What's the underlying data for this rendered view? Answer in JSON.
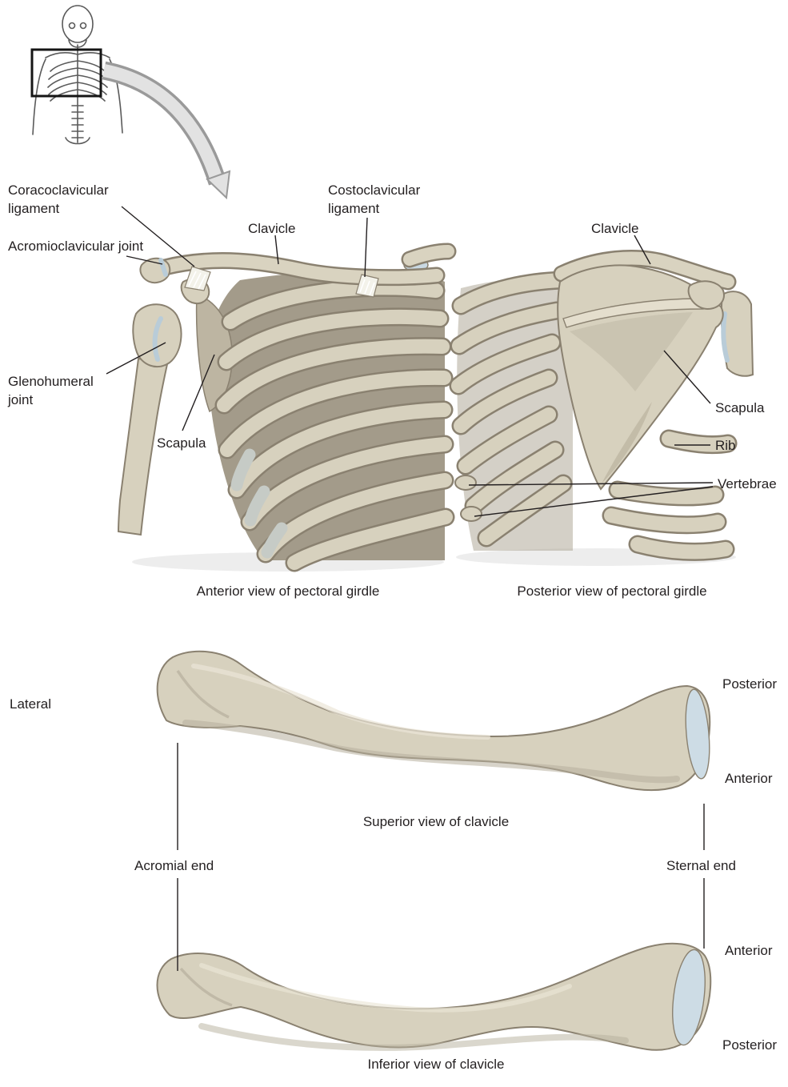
{
  "palette": {
    "background": "#ffffff",
    "bone_fill": "#d7d1be",
    "bone_highlight": "#ebe6d7",
    "bone_shadow": "#b6af9c",
    "bone_outline": "#8a8170",
    "thorax_interior": "#a39b8a",
    "articular_cartilage_blue": "#cddce5",
    "ligament_white": "#f3f2ea",
    "text": "#231f20"
  },
  "icons": {
    "skeleton_locator": "mini-skeleton-with-highlight-box",
    "locator_arrow": "curved-gray-arrow"
  },
  "labels": {
    "coracoclavicular_ligament": "Coracoclavicular ligament",
    "acromioclavicular_joint": "Acromioclavicular joint",
    "clavicle_anterior": "Clavicle",
    "costoclavicular_ligament": "Costoclavicular ligament",
    "glenohumeral_joint": "Glenohumeral joint",
    "scapula_anterior": "Scapula",
    "clavicle_posterior": "Clavicle",
    "scapula_posterior": "Scapula",
    "rib": "Rib",
    "vertebrae": "Vertebrae",
    "lateral": "Lateral",
    "posterior_superior_view": "Posterior",
    "anterior_superior_view": "Anterior",
    "acromial_end": "Acromial end",
    "sternal_end": "Sternal end",
    "anterior_inferior_view": "Anterior",
    "posterior_inferior_view": "Posterior"
  },
  "captions": {
    "anterior_view": "Anterior view of pectoral girdle",
    "posterior_view": "Posterior view of pectoral girdle",
    "superior_view": "Superior view of clavicle",
    "inferior_view": "Inferior view of clavicle"
  }
}
